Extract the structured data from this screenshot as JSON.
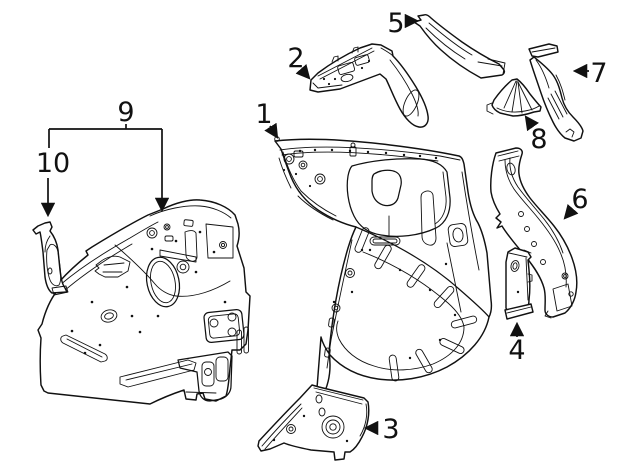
{
  "diagram": {
    "type": "auto-body-parts-line-diagram",
    "background_color": "#ffffff",
    "line_color": "#111111",
    "callouts": [
      {
        "label": "1"
      },
      {
        "label": "2"
      },
      {
        "label": "3"
      },
      {
        "label": "4"
      },
      {
        "label": "5"
      },
      {
        "label": "6"
      },
      {
        "label": "7"
      },
      {
        "label": "8"
      },
      {
        "label": "9"
      },
      {
        "label": "10"
      }
    ]
  }
}
